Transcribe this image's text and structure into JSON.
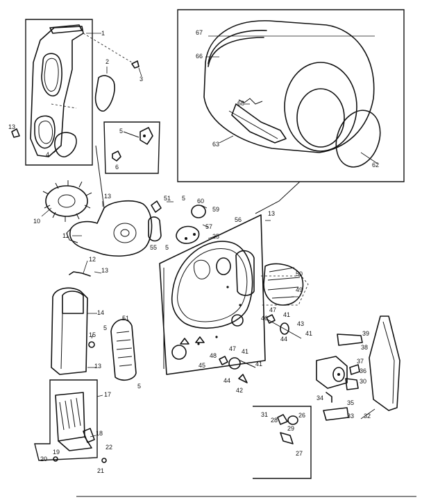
{
  "callouts": [
    {
      "key": "c1",
      "label": "1"
    },
    {
      "key": "c2",
      "label": "2"
    },
    {
      "key": "c3",
      "label": "3"
    },
    {
      "key": "c4",
      "label": "4"
    },
    {
      "key": "c5a",
      "label": "5"
    },
    {
      "key": "c6",
      "label": "6"
    },
    {
      "key": "c13a",
      "label": "13"
    },
    {
      "key": "c10",
      "label": "10"
    },
    {
      "key": "c11",
      "label": "11"
    },
    {
      "key": "c13b",
      "label": "13"
    },
    {
      "key": "c12",
      "label": "12"
    },
    {
      "key": "c13c",
      "label": "13"
    },
    {
      "key": "c14",
      "label": "14"
    },
    {
      "key": "c15",
      "label": "15"
    },
    {
      "key": "c5b",
      "label": "5"
    },
    {
      "key": "c13d",
      "label": "13"
    },
    {
      "key": "c51a",
      "label": "51"
    },
    {
      "key": "c5c",
      "label": "5"
    },
    {
      "key": "c17",
      "label": "17"
    },
    {
      "key": "c18",
      "label": "18"
    },
    {
      "key": "c22",
      "label": "22"
    },
    {
      "key": "c19",
      "label": "19"
    },
    {
      "key": "c20",
      "label": "20"
    },
    {
      "key": "c21",
      "label": "21"
    },
    {
      "key": "c51b",
      "label": "51"
    },
    {
      "key": "c5d",
      "label": "5"
    },
    {
      "key": "c60",
      "label": "60"
    },
    {
      "key": "c59",
      "label": "59"
    },
    {
      "key": "c57",
      "label": "57"
    },
    {
      "key": "c25",
      "label": "25"
    },
    {
      "key": "c55",
      "label": "55"
    },
    {
      "key": "c5e",
      "label": "5"
    },
    {
      "key": "c56",
      "label": "56"
    },
    {
      "key": "c13e",
      "label": "13"
    },
    {
      "key": "c50",
      "label": "50"
    },
    {
      "key": "c49",
      "label": "49"
    },
    {
      "key": "c47a",
      "label": "47"
    },
    {
      "key": "c46a",
      "label": "46"
    },
    {
      "key": "c41a",
      "label": "41"
    },
    {
      "key": "c44a",
      "label": "44"
    },
    {
      "key": "c43",
      "label": "43"
    },
    {
      "key": "c41b",
      "label": "41"
    },
    {
      "key": "c47b",
      "label": "47"
    },
    {
      "key": "c48",
      "label": "48"
    },
    {
      "key": "c41c",
      "label": "41"
    },
    {
      "key": "c44b",
      "label": "44"
    },
    {
      "key": "c42",
      "label": "42"
    },
    {
      "key": "c41d",
      "label": "41"
    },
    {
      "key": "c45",
      "label": "45"
    },
    {
      "key": "c39",
      "label": "39"
    },
    {
      "key": "c38",
      "label": "38"
    },
    {
      "key": "c37",
      "label": "37"
    },
    {
      "key": "c36",
      "label": "36"
    },
    {
      "key": "c30",
      "label": "30"
    },
    {
      "key": "c34",
      "label": "34"
    },
    {
      "key": "c35",
      "label": "35"
    },
    {
      "key": "c33",
      "label": "33"
    },
    {
      "key": "c32",
      "label": "32"
    },
    {
      "key": "c31",
      "label": "31"
    },
    {
      "key": "c28",
      "label": "28"
    },
    {
      "key": "c26",
      "label": "26"
    },
    {
      "key": "c29",
      "label": "29"
    },
    {
      "key": "c27",
      "label": "27"
    },
    {
      "key": "c67",
      "label": "67"
    },
    {
      "key": "c66",
      "label": "66"
    },
    {
      "key": "c68",
      "label": "68"
    },
    {
      "key": "c63",
      "label": "63"
    },
    {
      "key": "c62",
      "label": "62"
    }
  ]
}
